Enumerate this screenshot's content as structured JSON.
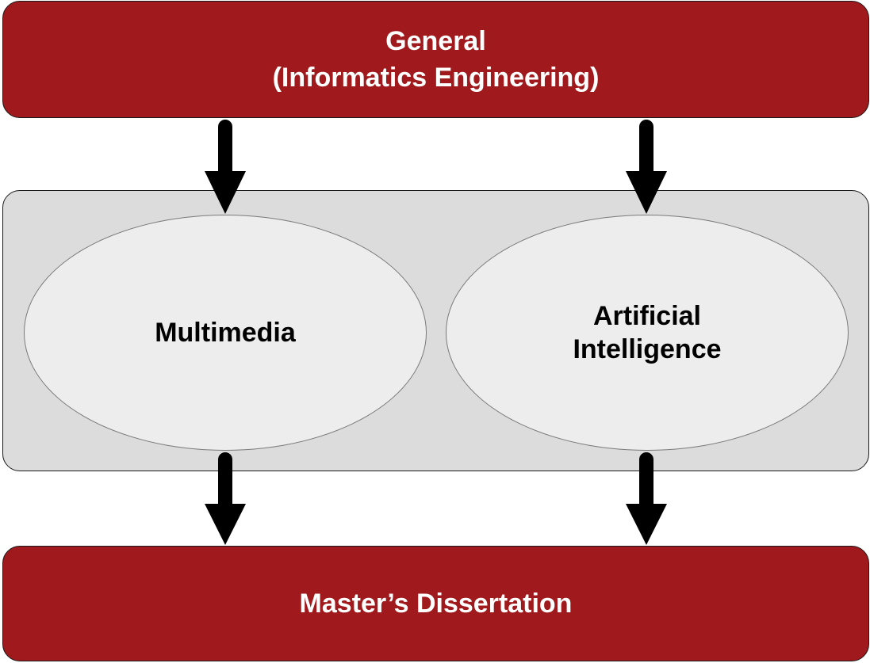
{
  "top_box": {
    "line1": "General",
    "line2": "(Informatics Engineering)"
  },
  "specializations": {
    "multimedia": "Multimedia",
    "ai_line1": "Artificial",
    "ai_line2": "Intelligence"
  },
  "bottom_box": {
    "label": "Master’s Dissertation"
  },
  "colors": {
    "primary_box": "#a0191c",
    "container": "#dcdcdc",
    "ellipse": "#ededed",
    "arrow": "#000000"
  }
}
